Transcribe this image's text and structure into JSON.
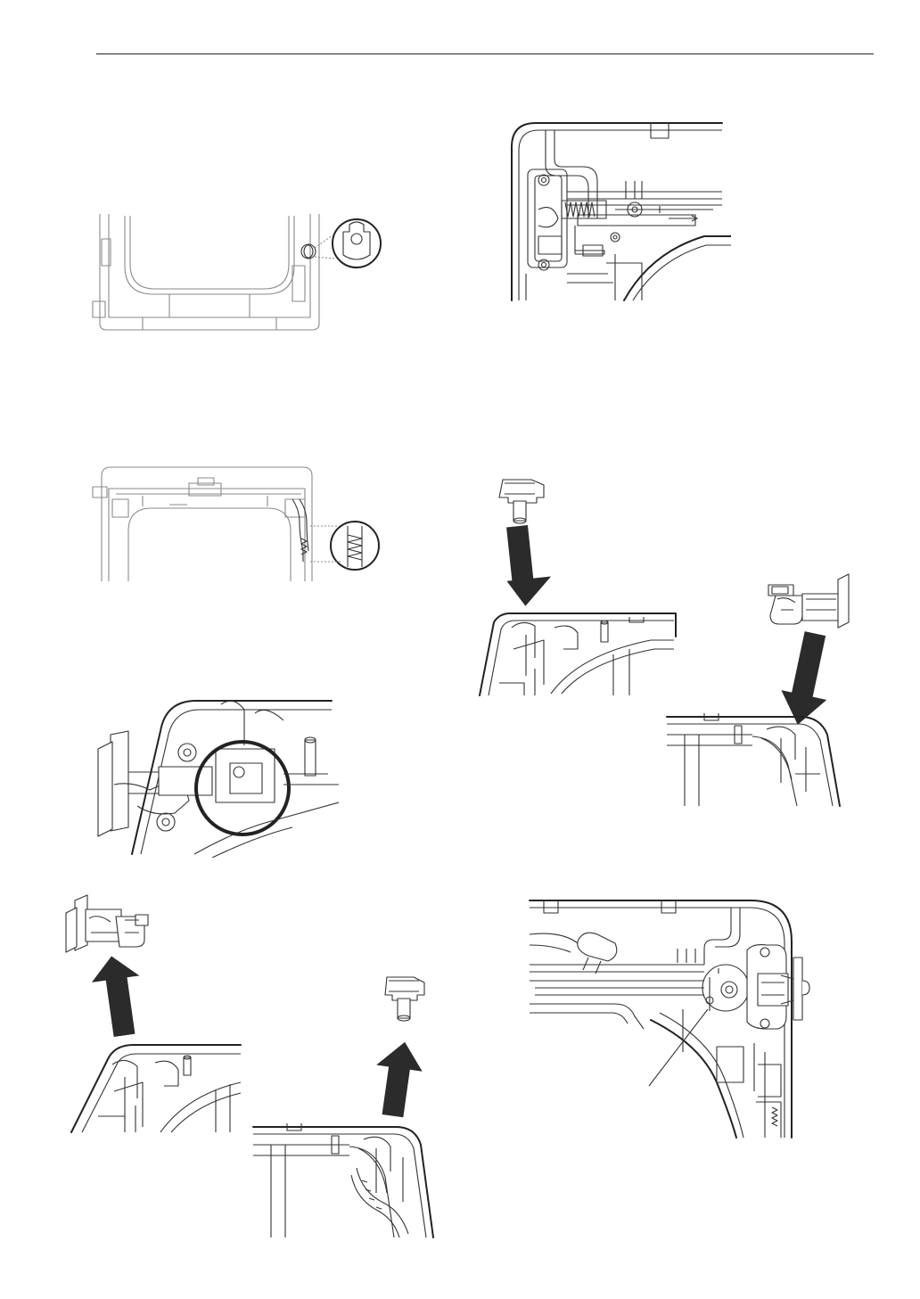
{
  "page": {
    "header_rule": true
  },
  "figures": [
    {
      "id": "fig-top-frame-boss",
      "icon": "washer-top-frame-with-boss-callout"
    },
    {
      "id": "fig-lock-rear-view",
      "icon": "door-lock-assembly-rear"
    },
    {
      "id": "fig-top-frame-spring",
      "icon": "washer-top-frame-with-spring-callout"
    },
    {
      "id": "fig-insert-switch",
      "icon": "insert-switch-arrow-down"
    },
    {
      "id": "fig-insert-lock",
      "icon": "insert-lock-arrow-down"
    },
    {
      "id": "fig-clip-circled",
      "icon": "lock-clip-circled"
    },
    {
      "id": "fig-remove-lock",
      "icon": "remove-lock-arrow-up"
    },
    {
      "id": "fig-remove-switch",
      "icon": "remove-switch-arrow-up"
    },
    {
      "id": "fig-lock-installed",
      "icon": "lock-installed-with-leader"
    }
  ],
  "colors": {
    "line": "#222222",
    "light_line": "#8a8a8a",
    "arrow": "#2b2b2b"
  }
}
